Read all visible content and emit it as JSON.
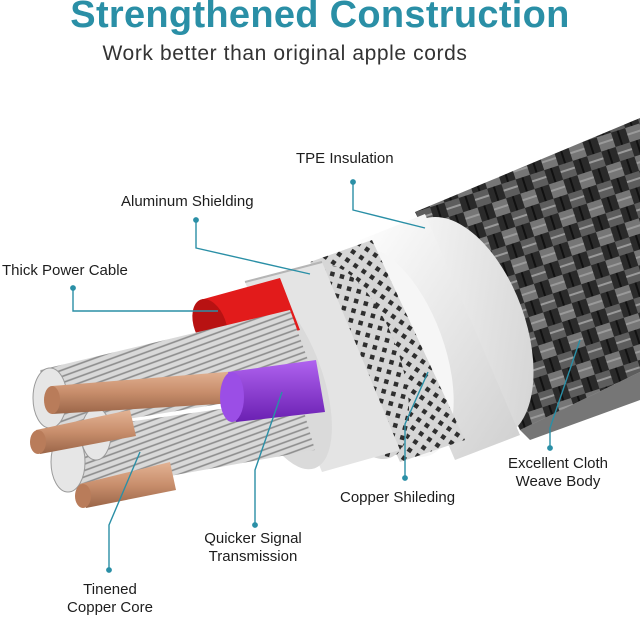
{
  "header": {
    "title": "Strengthened Construction",
    "subtitle": "Work better than original apple cords"
  },
  "callouts": {
    "tpe": "TPE Insulation",
    "aluminum": "Aluminum Shielding",
    "power": "Thick Power Cable",
    "cloth_line1": "Excellent Cloth",
    "cloth_line2": "Weave Body",
    "copper_shield": "Copper Shileding",
    "signal_line1": "Quicker Signal",
    "signal_line2": "Transmission",
    "core_line1": "Tinened",
    "core_line2": "Copper Core"
  },
  "colors": {
    "accent": "#2a8fa6",
    "leader_line": "#2a8fa6",
    "power_wire": "#e21b1b",
    "signal_wire": "#8b2fd6",
    "copper": "#c88e6c",
    "braid_dark": "#1f1f1f",
    "tpe": "#f4f4f4"
  }
}
